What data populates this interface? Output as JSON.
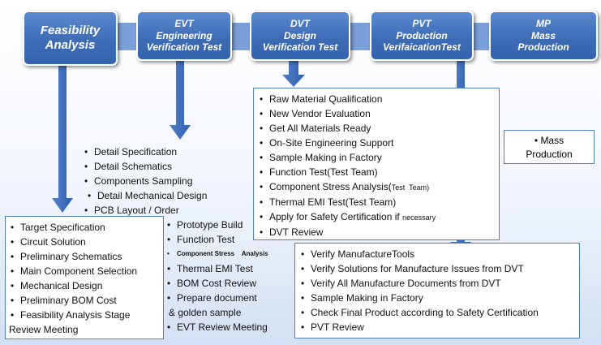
{
  "stages": [
    {
      "id": "feasibility",
      "lines": [
        "Feasibility",
        "Analysis"
      ]
    },
    {
      "id": "evt",
      "lines": [
        "EVT",
        "Engineering",
        "Verification Test"
      ]
    },
    {
      "id": "dvt",
      "lines": [
        "DVT",
        "Design",
        "Verification Test"
      ]
    },
    {
      "id": "pvt",
      "lines": [
        "PVT",
        "Production",
        "VerifaicationTest"
      ]
    },
    {
      "id": "mp",
      "lines": [
        "MP",
        "Mass",
        "Production"
      ]
    }
  ],
  "feasibility_items": [
    "Target Specification",
    "Circuit Solution",
    "Preliminary Schematics",
    "Main Component Selection",
    "Mechanical Design",
    "Preliminary BOM Cost",
    "Feasibility Analysis Stage",
    "Review Meeting"
  ],
  "evt_items_a": [
    "Detail Specification",
    "Detail Schematics",
    "Components Sampling",
    "Detail Mechanical Design",
    "PCB Layout / Order"
  ],
  "evt_items_b": [
    "Prototype Build",
    "Function Test",
    "Component Stress    Analysis",
    "Thermal EMI Test",
    "BOM Cost Review",
    "Prepare document",
    "& golden sample",
    "EVT Review Meeting"
  ],
  "dvt_items": [
    {
      "main": "Raw Material Qualification",
      "small": ""
    },
    {
      "main": "New Vendor Evaluation",
      "small": ""
    },
    {
      "main": "Get All Materials Ready",
      "small": ""
    },
    {
      "main": "On-Site Engineering Support",
      "small": ""
    },
    {
      "main": "Sample Making in Factory",
      "small": ""
    },
    {
      "main": "Function Test(Test Team)",
      "small": ""
    },
    {
      "main": "Component Stress Analysis(",
      "small": "Test  Team)"
    },
    {
      "main": "Thermal EMI Test(Test Team)",
      "small": ""
    },
    {
      "main": "Apply for Safety Certification if ",
      "small": "necessary"
    },
    {
      "main": "DVT Review",
      "small": ""
    }
  ],
  "pvt_items": [
    "Verify ManufactureTools",
    "Verify Solutions for Manufacture Issues from DVT",
    "Verify All Manufacture Documents from DVT",
    "Sample Making in Factory",
    "Check Final Product according to Safety Certification",
    "PVT Review"
  ],
  "mp_items": [
    "Mass",
    "Production"
  ],
  "bullet": "•",
  "colors": {
    "stage_fill": "#4472c4",
    "arrow": "#3a6cc0",
    "box_border": "#4f81bd"
  }
}
